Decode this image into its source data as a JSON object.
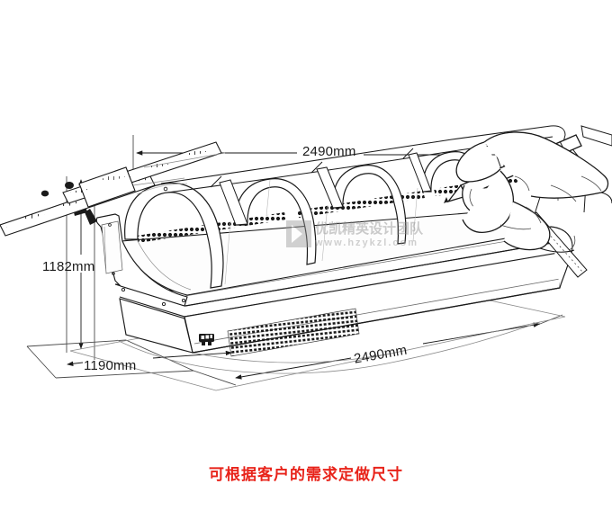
{
  "drawing": {
    "title": "refrigerated-display-case-technical-drawing",
    "product": "curved glass deli display showcase",
    "line_color": "#1a1a1a",
    "background_color": "#ffffff"
  },
  "dimensions": {
    "width_top": {
      "value": "2490",
      "unit": "mm",
      "full": "2490mm"
    },
    "height_left": {
      "value": "1182",
      "unit": "mm",
      "full": "1182mm"
    },
    "depth_bottom": {
      "value": "1190",
      "unit": "mm",
      "full": "1190mm"
    },
    "width_bottom": {
      "value": "2490",
      "unit": "mm",
      "full": "2490mm"
    }
  },
  "caption": {
    "custom_size_note": "可根据客户的需求定做尺寸",
    "color": "#e8231a"
  },
  "watermark": {
    "brand": "优凯精英设计团队",
    "url": "www.hzykzl.com",
    "color": "#9a9a9a"
  },
  "annotations": {
    "caliper_tool": "caliper-icon",
    "hand_with_pencil": "hand-pencil-icon",
    "ruler": "ruler-icon",
    "vent_grille": "perforated-vent-grille",
    "control_panel": "control-panel-icon"
  }
}
